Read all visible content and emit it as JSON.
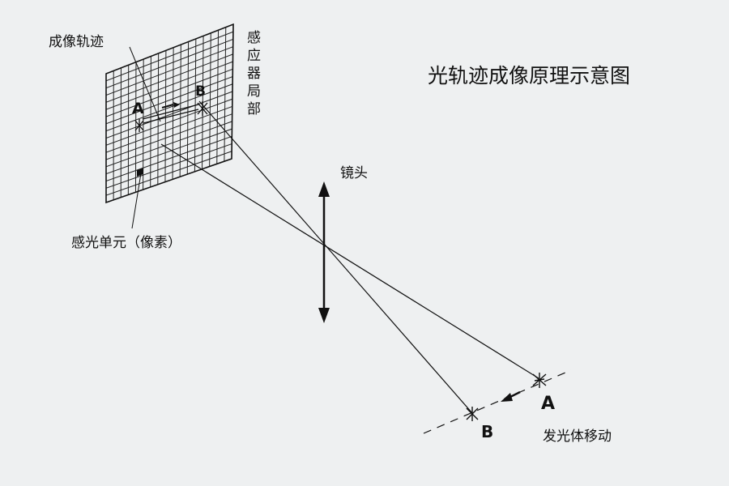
{
  "title": "光轨迹成像原理示意图",
  "labels": {
    "sensor": "感应器局部",
    "track": "成像轨迹",
    "pixel": "感光单元（像素）",
    "lens": "镜头",
    "object_move": "发光体移动"
  },
  "points": {
    "object_a": "A",
    "object_b": "B",
    "image_a": "A",
    "image_b": "B"
  },
  "colors": {
    "background": "#eef0f1",
    "ink": "#111111"
  }
}
